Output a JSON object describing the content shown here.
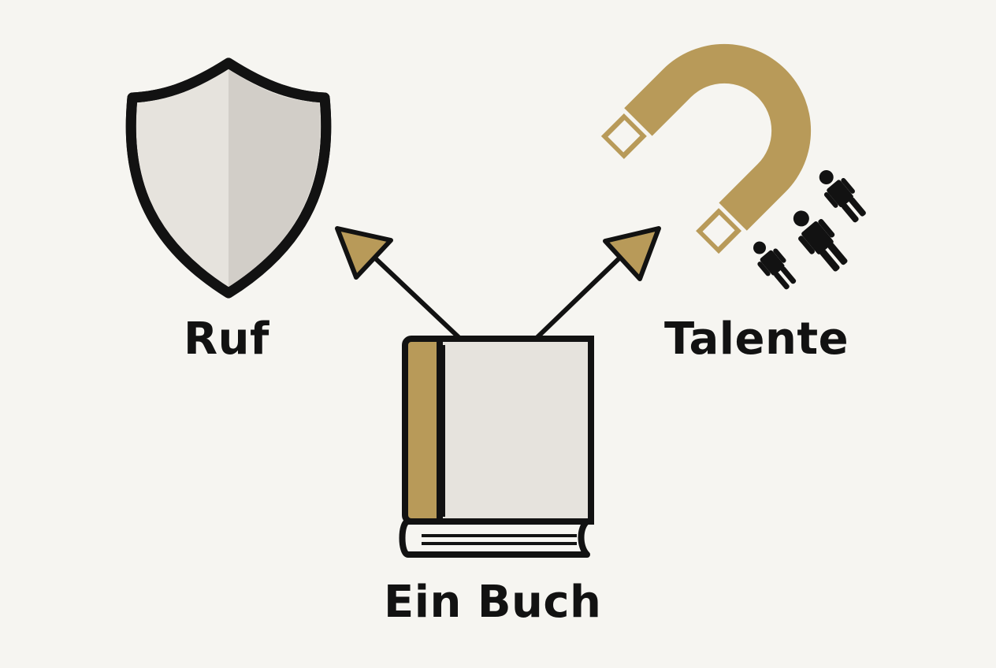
{
  "diagram": {
    "nodes": {
      "reputation": {
        "label": "Ruf",
        "icon": "shield-icon"
      },
      "talent": {
        "label": "Talente",
        "icon": "magnet-attracting-people-icon"
      },
      "book": {
        "label": "Ein Buch",
        "icon": "book-icon"
      }
    },
    "edges": [
      {
        "from": "book",
        "to": "reputation"
      },
      {
        "from": "book",
        "to": "talent"
      }
    ],
    "colors": {
      "background": "#f6f5f1",
      "stroke": "#121212",
      "accent_gold": "#b89a59",
      "fill_light": "#e6e3dd",
      "fill_shadow": "#d2cec8"
    }
  }
}
